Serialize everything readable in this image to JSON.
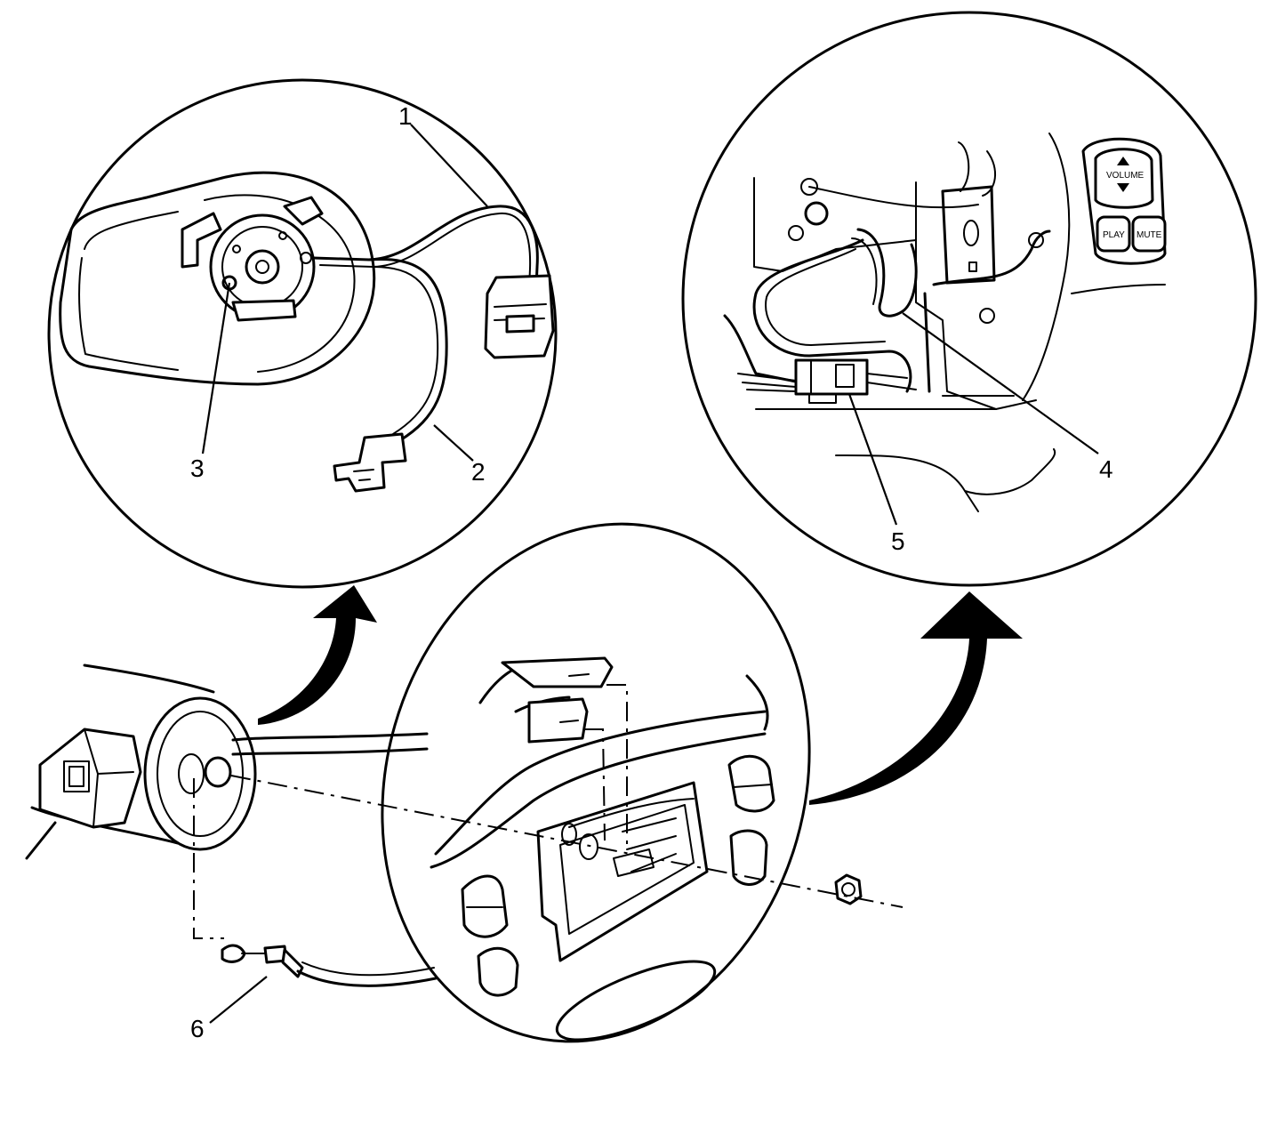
{
  "callouts": {
    "c1": "1",
    "c2": "2",
    "c3": "3",
    "c4": "4",
    "c5": "5",
    "c6": "6"
  },
  "switch_buttons": {
    "volume": "VOLUME",
    "play": "PLAY",
    "mute": "MUTE"
  },
  "colors": {
    "line": "#000000",
    "background": "#ffffff"
  }
}
